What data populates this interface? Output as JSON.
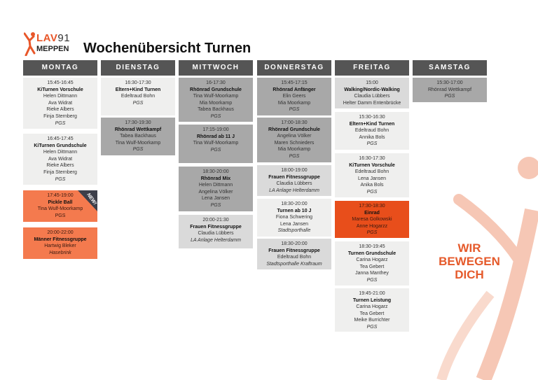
{
  "logo": {
    "brand": "LAV",
    "number": "91",
    "city": "MEPPEN"
  },
  "page_title": "Wochenübersicht Turnen",
  "slogan": [
    "WIR",
    "BEWEGEN",
    "DICH"
  ],
  "badge_new": "NEW!",
  "colors": {
    "header": "#555555",
    "light": "#efefee",
    "mid": "#a8a8a8",
    "pale": "#dadada",
    "orange": "#f47a4e",
    "dark_orange": "#e84e1b",
    "accent": "#e55a2b"
  },
  "days": [
    {
      "name": "MONTAG",
      "sessions": [
        {
          "time": "15:45-16:45",
          "title": "KiTurnen Vorschule",
          "people": [
            "Helen Dittmann",
            "Ava Widrat",
            "Rieke Albers",
            "Finja Sternberg"
          ],
          "location": "PGS"
        },
        {
          "time": "16:45-17:45",
          "title": "KiTurnen Grundschule",
          "people": [
            "Helen Dittmann",
            "Ava Widrat",
            "Rieke Albers",
            "Finja Sternberg"
          ],
          "location": "PGS"
        },
        {
          "time": "17:45-19:00",
          "title": "Pickle Ball",
          "people": [
            "Tina Wulf-Moorkamp"
          ],
          "location": "PGS",
          "new": true
        },
        {
          "time": "20:00-22:00",
          "title": "Männer Fitnessgruppe",
          "people": [
            "Hartwig Bleker"
          ],
          "location": "Hasebrink"
        }
      ]
    },
    {
      "name": "DIENSTAG",
      "sessions": [
        {
          "time": "16:30-17:30",
          "title": "Eltern+Kind Turnen",
          "people": [
            "Edeltraud Bohn"
          ],
          "location": "PGS"
        },
        {
          "time": "17:30-19:30",
          "title": "Rhönrad Wettkampf",
          "people": [
            "Tabea Backhaus",
            "Tina Wulf-Moorkamp"
          ],
          "location": "PGS"
        }
      ]
    },
    {
      "name": "MITTWOCH",
      "sessions": [
        {
          "time": "16-17:30",
          "title": "Rhönrad Grundschule",
          "people": [
            "Tina Wulf-Moorkamp",
            "Mia Moorkamp",
            "Tabea Backhaus"
          ],
          "location": "PGS"
        },
        {
          "time": "17:15-19:00",
          "title": "Rhönrad ab 11 J",
          "people": [
            "Tina Wulf-Moorkamp"
          ],
          "location": "PGS"
        },
        {
          "time": "18:30-20:00",
          "title": "Rhönrad Mix",
          "people": [
            "Helen Dittmann",
            "Angelina Völker",
            "Lena Jansen"
          ],
          "location": "PGS"
        },
        {
          "time": "20:00-21:30",
          "title": "Frauen Fitnessgruppe",
          "people": [
            "Claudia Lübbers"
          ],
          "location": "LA Anlage Helterdamm"
        }
      ]
    },
    {
      "name": "DONNERSTAG",
      "sessions": [
        {
          "time": "15:45-17:15",
          "title": "Rhönrad Anfänger",
          "people": [
            "Elin Geers",
            "Mia Moorkamp"
          ],
          "location": "PGS"
        },
        {
          "time": "17:00-18:30",
          "title": "Rhönrad Grundschule",
          "people": [
            "Angelina Völker",
            "Maren Schnieders",
            "Mia Moorkamp"
          ],
          "location": "PGS"
        },
        {
          "time": "18:00-19:00",
          "title": "Frauen Fitnessgruppe",
          "people": [
            "Claudia Lübbers"
          ],
          "location": "LA Anlage Helterdamm"
        },
        {
          "time": "18:30-20:00",
          "title": "Turnen ab 10 J",
          "people": [
            "Fiona Schwering",
            "Lena Jansen"
          ],
          "location": "Stadtsporthalle"
        },
        {
          "time": "18:30-20:00",
          "title": "Frauen Fitnessgruppe",
          "people": [
            "Edeltraud Bohn"
          ],
          "location": "Stadtsporthalle Kraftraum"
        }
      ]
    },
    {
      "name": "FREITAG",
      "sessions": [
        {
          "time": "15:00",
          "title": "Walking/Nordic-Walking",
          "people": [
            "Claudia Lübbers"
          ],
          "location": "Helter Damm Entenbrücke"
        },
        {
          "time": "15:30-16:30",
          "title": "Eltern+Kind Turnen",
          "people": [
            "Edeltraud Bohn",
            "Annika Bols"
          ],
          "location": "PGS"
        },
        {
          "time": "16:30-17:30",
          "title": "KiTurnen Vorschule",
          "people": [
            "Edeltraud Bohn",
            "Lena Jansen",
            "Anika Bols"
          ],
          "location": "PGS"
        },
        {
          "time": "17:30-18:30",
          "title": "Einrad",
          "people": [
            "Maresa Golkowski",
            "Anne Hogarzz"
          ],
          "location": "PGS"
        },
        {
          "time": "18:30-19:45",
          "title": "Turnen Grundschule",
          "people": [
            "Carina Hogarz",
            "Tea Gebert",
            "Janna Manthey"
          ],
          "location": "PGS"
        },
        {
          "time": "19:45-21:00",
          "title": "Turnen Leistung",
          "people": [
            "Carina Hogarz",
            "Tea Gebert",
            "Meike Burrichter"
          ],
          "location": "PGS"
        }
      ]
    },
    {
      "name": "SAMSTAG",
      "sessions": [
        {
          "time": "15:30-17:00",
          "title": "Rhönrad Wettkampf",
          "people": [],
          "location": "PGS"
        }
      ]
    }
  ]
}
